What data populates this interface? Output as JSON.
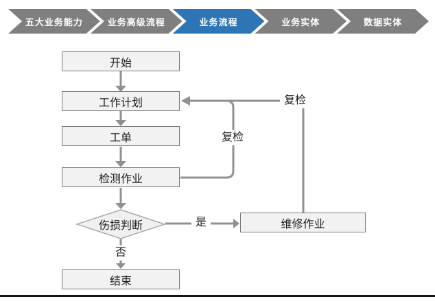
{
  "nav": {
    "items": [
      {
        "label": "五大业务能力",
        "active": false
      },
      {
        "label": "业务高级流程",
        "active": false
      },
      {
        "label": "业务流程",
        "active": true
      },
      {
        "label": "业务实体",
        "active": false
      },
      {
        "label": "数据实体",
        "active": false
      }
    ]
  },
  "flowchart": {
    "nodes": [
      {
        "id": "start",
        "label": "开始",
        "type": "process"
      },
      {
        "id": "plan",
        "label": "工作计划",
        "type": "process"
      },
      {
        "id": "order",
        "label": "工单",
        "type": "process"
      },
      {
        "id": "inspect",
        "label": "检测作业",
        "type": "process"
      },
      {
        "id": "decision",
        "label": "伤损判断",
        "type": "decision"
      },
      {
        "id": "repair",
        "label": "维修作业",
        "type": "process"
      },
      {
        "id": "end",
        "label": "结束",
        "type": "process"
      }
    ],
    "edge_labels": {
      "yes": "是",
      "no": "否",
      "recheck_inner": "复检",
      "recheck_outer": "复检"
    }
  },
  "colors": {
    "nav_active": "#2e75b6",
    "nav_inactive": "#7f7f7f",
    "connector": "#909090",
    "node_fill": "#f2f2f2",
    "node_border": "#7a7a7a"
  }
}
